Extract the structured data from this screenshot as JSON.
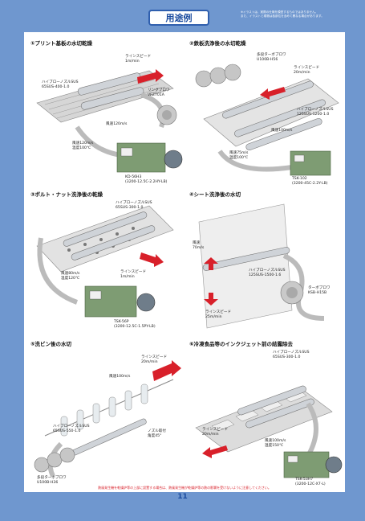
{
  "header": {
    "title": "用途例",
    "note_line1": "※イラストは、実際の仕様を模型するものではありません。",
    "note_line2": "また、イラストと現物は各部位を含めて異なる場合があります。"
  },
  "cells": [
    {
      "title": "①プリント基板の水切乾燥",
      "labels": {
        "line_speed_1": "ラインスピード",
        "line_speed_2": "1m/min",
        "nozzle_1": "ハイブローノズルSUS",
        "nozzle_2": "65SUS-400-1.0",
        "blower_1": "リングブロワ",
        "blower_2": "VFZ701A",
        "airflow": "風速120m/s",
        "temp_1": "風速120m/s",
        "temp_2": "温度100℃",
        "unit_1": "KD-56H3",
        "unit_2": "(3200-12.5C-2.2HY-LB)"
      }
    },
    {
      "title": "②鉄板洗浄後の水切乾燥",
      "labels": {
        "turbo_1": "多段ターボブロワ",
        "turbo_2": "U100B-H56",
        "line_speed_1": "ラインスピード",
        "line_speed_2": "20m/min",
        "nozzle_1": "ハイブローノズルSUS",
        "nozzle_2": "125SUS-1200-1.0",
        "airflow": "風速100m/s",
        "temp_1": "風速75m/s",
        "temp_2": "温度100℃",
        "unit_1": "TSK-102",
        "unit_2": "(3200-45C-2.2Y-LB)"
      }
    },
    {
      "title": "③ボルト・ナット洗浄後の乾燥",
      "labels": {
        "nozzle_1": "ハイブローノズルSUS",
        "nozzle_2": "65SUS-300-1.0",
        "temp_1": "風速80m/s",
        "temp_2": "温度120℃",
        "line_speed_1": "ラインスピード",
        "line_speed_2": "1m/min",
        "unit_1": "TSK-56P",
        "unit_2": "(3200-12.5C-1.5PY-LB)"
      }
    },
    {
      "title": "④シート洗浄後の水切",
      "labels": {
        "airflow_1": "風速",
        "airflow_2": "70m/s",
        "nozzle_1": "ハイブローノズルSUS",
        "nozzle_2": "125SUS-1500-1.6",
        "blower_1": "ターボブロワ",
        "blower_2": "KSB-H15B",
        "line_speed_1": "ラインスピード",
        "line_speed_2": "25m/min"
      }
    },
    {
      "title": "⑤洗ビン後の水切",
      "labels": {
        "line_speed_1": "ラインスピード",
        "line_speed_2": "20m/min",
        "airflow": "風速100m/s",
        "nozzle_1": "ハイブローノズルSUS",
        "nozzle_2": "65SUS-550-1.0",
        "angle_1": "ノズル取付",
        "angle_2": "角度45°",
        "turbo_1": "多段ターボブロワ",
        "turbo_2": "U100B-H36"
      }
    },
    {
      "title": "⑥冷凍食品等のインクジェット前の結露除去",
      "labels": {
        "nozzle_1": "ハイブローノズルSUS",
        "nozzle_2": "65SUS-300-1.0",
        "line_speed_1": "ラインスピード",
        "line_speed_2": "20m/min",
        "temp_1": "風速100m/s",
        "temp_2": "温度150℃",
        "unit_1": "TSK-53H7",
        "unit_2": "(3200-12C-X7-L)"
      }
    }
  ],
  "footer": {
    "note": "熱風発生機を乾燥炉等の上部に設置する場合は、熱風発生機が乾燥炉等の熱の影響を受けないように注意してください。",
    "page_number": "11"
  },
  "colors": {
    "background": "#6f97cf",
    "title_blue": "#1c4da0",
    "arrow_red": "#d8202a",
    "machine_green": "#7e9c73",
    "note_red": "#d8202a"
  }
}
